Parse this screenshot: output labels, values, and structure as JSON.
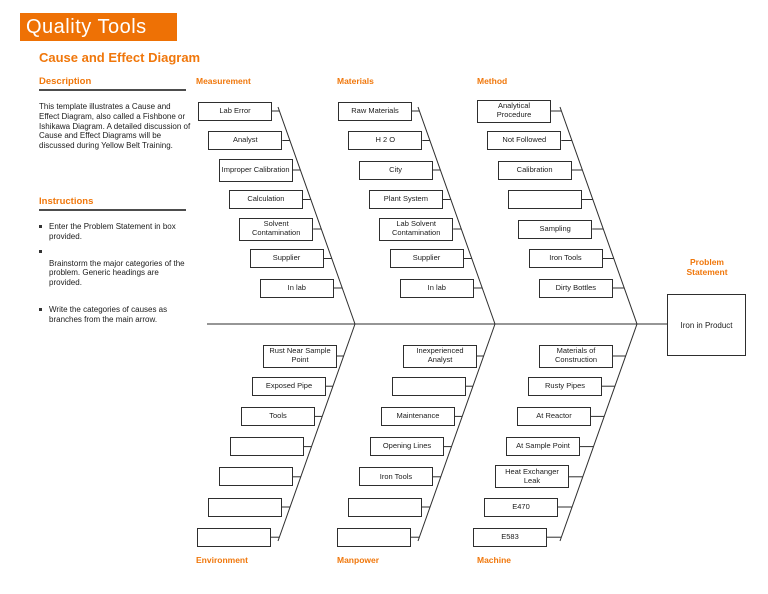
{
  "banner": {
    "title": "Quality Tools"
  },
  "page": {
    "title": "Cause and Effect Diagram"
  },
  "sidebar": {
    "description": {
      "heading": "Description",
      "body": "This template illustrates a Cause and Effect Diagram, also called a Fishbone or Ishikawa Diagram. A detailed discussion of Cause and Effect Diagrams will be discussed during Yellow Belt Training."
    },
    "instructions": {
      "heading": "Instructions",
      "items": [
        "Enter the Problem Statement in box provided.",
        "Brainstorm the major categories of the problem. Generic headings are provided.",
        "Write the categories of causes as branches from the main arrow."
      ]
    }
  },
  "diagram": {
    "problem": {
      "heading": "Problem Statement",
      "label": "Iron in Product"
    },
    "categories": [
      {
        "name": "Measurement",
        "position": "top",
        "boxes": [
          "Lab Error",
          "Analyst",
          "Improper Calibration",
          "Calculation",
          "Solvent Contamination",
          "Supplier",
          "In lab"
        ]
      },
      {
        "name": "Materials",
        "position": "top",
        "boxes": [
          "Raw Materials",
          "H 2 O",
          "City",
          "Plant System",
          "Lab Solvent Contamination",
          "Supplier",
          "In lab"
        ]
      },
      {
        "name": "Method",
        "position": "top",
        "boxes": [
          "Analytical Procedure",
          "Not Followed",
          "Calibration",
          "",
          "Sampling",
          "Iron Tools",
          "Dirty Bottles"
        ]
      },
      {
        "name": "Environment",
        "position": "bottom",
        "boxes": [
          "Rust Near Sample Point",
          "Exposed Pipe",
          "Tools",
          "",
          "",
          "",
          ""
        ]
      },
      {
        "name": "Manpower",
        "position": "bottom",
        "boxes": [
          "Inexperienced Analyst",
          "",
          "Maintenance",
          "Opening Lines",
          "Iron Tools",
          "",
          ""
        ]
      },
      {
        "name": "Machine",
        "position": "bottom",
        "boxes": [
          "Materials of Construction",
          "Rusty Pipes",
          "At Reactor",
          "At Sample Point",
          "Heat Exchanger Leak",
          "E470",
          "E583"
        ]
      }
    ]
  },
  "colors": {
    "accent": "#F0770B",
    "banner_bg": "#EE7105",
    "line": "#2e2e2e"
  }
}
